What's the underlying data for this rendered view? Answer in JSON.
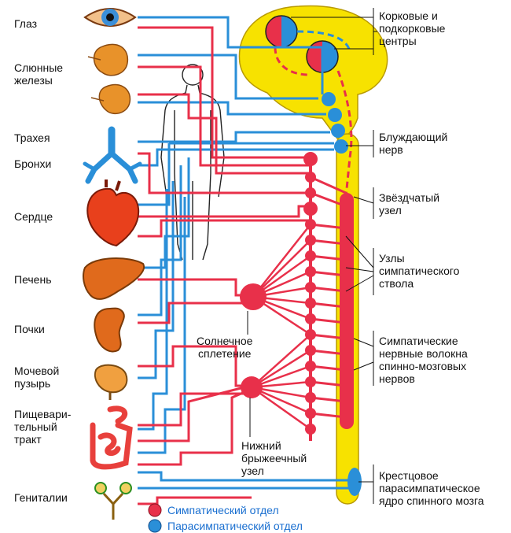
{
  "organs": [
    {
      "id": "eye",
      "label": "Глаз"
    },
    {
      "id": "salivary",
      "label": "Слюнные\nжелезы"
    },
    {
      "id": "trachea",
      "label": "Трахея"
    },
    {
      "id": "bronchi",
      "label": "Бронхи"
    },
    {
      "id": "heart",
      "label": "Сердце"
    },
    {
      "id": "liver",
      "label": "Печень"
    },
    {
      "id": "kidneys",
      "label": "Почки"
    },
    {
      "id": "bladder",
      "label": "Мочевой\nпузырь"
    },
    {
      "id": "digestive",
      "label": "Пищевари-\nтельный\nтракт"
    },
    {
      "id": "genitals",
      "label": "Гениталии"
    }
  ],
  "annotations": {
    "cortical": "Корковые и\nподкорковые\nцентры",
    "vagus": "Блуждающий\nнерв",
    "stellate": "Звёздчатый\nузел",
    "trunk_nodes": "Узлы\nсимпатического\nствола",
    "spinal_fibers": "Симпатические\nнервные волокна\nспинно-мозговых\nнервов",
    "sacral": "Крестцовое\nпарасимпатическое\nядро спинного мозга",
    "solar": "Солнечное\nсплетение",
    "mesenteric": "Нижний\nбрыжеечный\nузел"
  },
  "legend": {
    "sympathetic": "Симпатический отдел",
    "parasympathetic": "Парасимпатический отдел"
  },
  "colors": {
    "sympathetic": "#e8304a",
    "parasympathetic": "#2a8fd8",
    "cns": "#f7e200",
    "organ": "#e06a1c"
  }
}
